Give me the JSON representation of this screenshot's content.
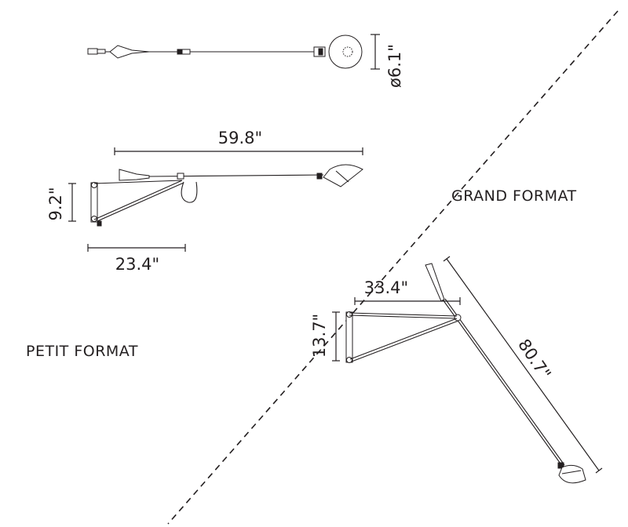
{
  "labels": {
    "grand_format": "GRAND FORMAT",
    "petit_format": "PETIT FORMAT"
  },
  "dimensions": {
    "diameter": "ø6.1\"",
    "petit_length": "59.8\"",
    "petit_height": "9.2\"",
    "petit_reach": "23.4\"",
    "grand_reach": "33.4\"",
    "grand_height": "13.7\"",
    "grand_length": "80.7\""
  }
}
